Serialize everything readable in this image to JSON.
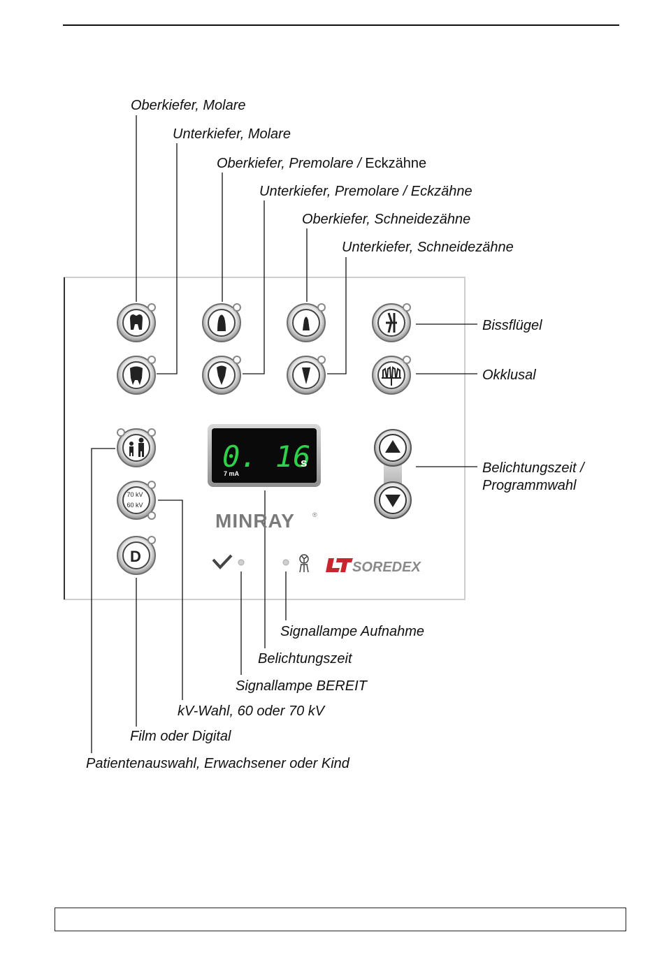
{
  "labels": {
    "oberkiefer_molare": "Oberkiefer, Molare",
    "unterkiefer_molare": "Unterkiefer, Molare",
    "oberkiefer_premolare": "Oberkiefer, Premolare /",
    "oberkiefer_premolare_tail": " Eckzähne",
    "unterkiefer_premolare": "Unterkiefer, Premolare / Eckzähne",
    "oberkiefer_schneide": "Oberkiefer, Schneidezähne",
    "unterkiefer_schneide": "Unterkiefer, Schneidezähne",
    "bissfluegel": "Bissflügel",
    "okklusal": "Okklusal",
    "belichtung_prog_1": "Belichtungszeit /",
    "belichtung_prog_2": "Programmwahl",
    "signal_aufnahme": "Signallampe Aufnahme",
    "belichtungszeit": "Belichtungszeit",
    "signal_bereit": "Signallampe BEREIT",
    "kv_wahl": "kV-Wahl, 60 oder 70 kV",
    "film_digital": "Film oder Digital",
    "patientenauswahl": "Patientenauswahl, Erwachsener oder Kind"
  },
  "panel": {
    "display_value": "0. 16",
    "display_unit": "s",
    "display_ma": "7 mA",
    "kv_top": "70 kV",
    "kv_bottom": "60 kV",
    "d_button": "D",
    "brand": "MINRAY",
    "brand_mark": "®",
    "logo_text": "SOREDEX",
    "display_color": "#2fd14a",
    "logo_color": "#c8262f"
  }
}
